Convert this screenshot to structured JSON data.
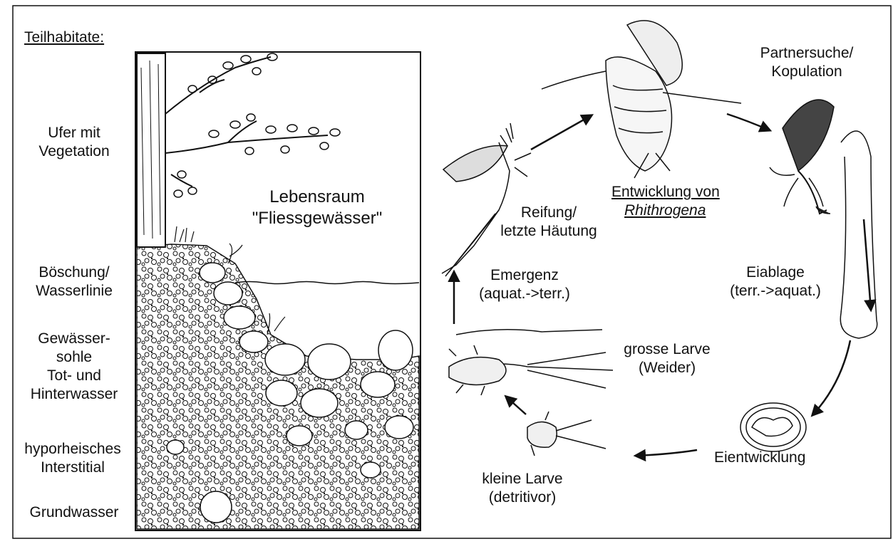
{
  "heading": "Teilhabitate:",
  "habitat_zones": [
    {
      "line1": "Ufer mit",
      "line2": "Vegetation"
    },
    {
      "line1": "Böschung/",
      "line2": "Wasserlinie"
    },
    {
      "line1": "Gewässer-",
      "line2": "sohle"
    },
    {
      "line1": "Tot- und",
      "line2": "Hinterwasser"
    },
    {
      "line1": "hyporheisches",
      "line2": "Interstitial"
    },
    {
      "line1": "Grundwasser",
      "line2": ""
    }
  ],
  "habitat_title": {
    "line1": "Lebensraum",
    "line2": "\"Fliessgewässer\""
  },
  "cycle_title": {
    "line1": "Entwicklung von",
    "line2": "Rhithrogena"
  },
  "stages": {
    "partner": {
      "line1": "Partnersuche/",
      "line2": "Kopulation"
    },
    "eiablage": {
      "line1": "Eiablage",
      "line2": "(terr.->aquat.)"
    },
    "eientwicklung": {
      "line1": "Eientwicklung"
    },
    "kleine_larve": {
      "line1": "kleine Larve",
      "line2": "(detritivor)"
    },
    "grosse_larve": {
      "line1": "grosse Larve",
      "line2": "(Weider)"
    },
    "emergenz": {
      "line1": "Emergenz",
      "line2": "(aquat.->terr.)"
    },
    "reifung": {
      "line1": "Reifung/",
      "line2": "letzte Häutung"
    }
  },
  "colors": {
    "ink": "#111111",
    "paper": "#ffffff",
    "stone": "#ffffff"
  },
  "icons": [
    "tree-icon",
    "stones-icon",
    "mayfly-adult-icon",
    "mating-pair-icon",
    "female-mayfly-icon",
    "water-drip-icon",
    "egg-icon",
    "larva-icon",
    "arrow-icon"
  ]
}
